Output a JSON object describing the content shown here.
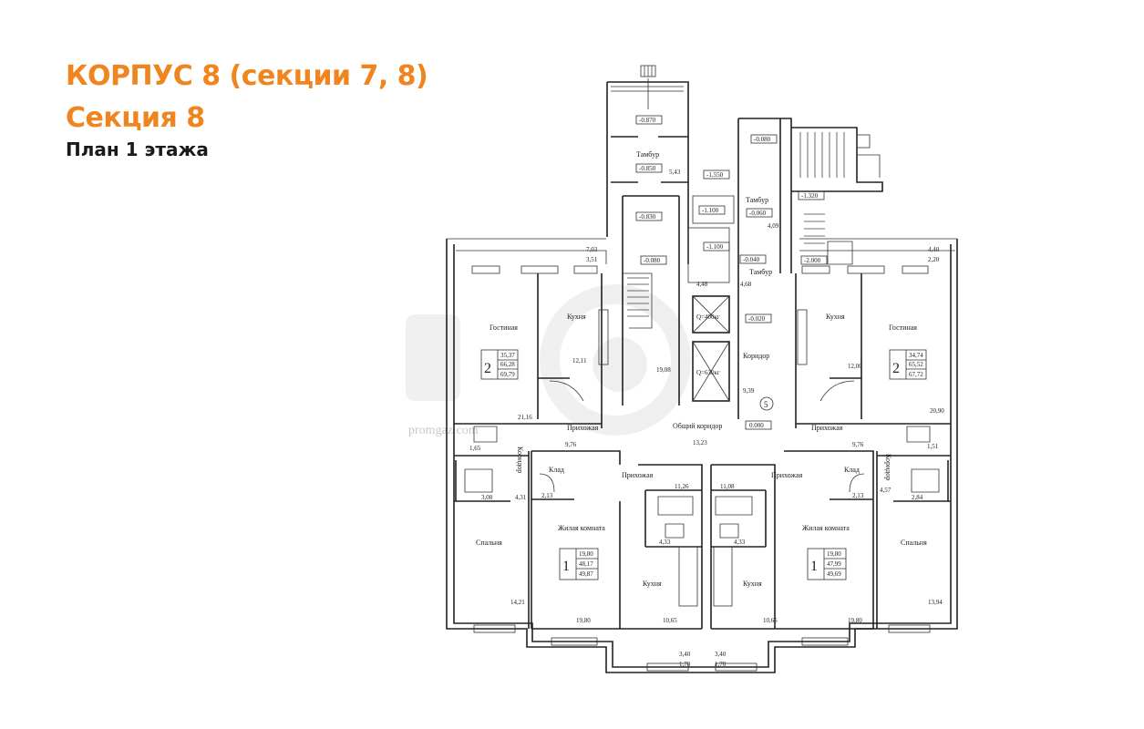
{
  "header": {
    "title_line1": "КОРПУС 8 (секции 7, 8)",
    "title_line2": "Секция 8",
    "subtitle": "План 1 этажа"
  },
  "colors": {
    "accent": "#f0851f",
    "text": "#1a1a1a",
    "lines": "#222222"
  },
  "watermark": "promgaz.com",
  "rooms": {
    "kitchen_left": "Кухня",
    "living_left": "Гостиная",
    "hall_left": "Прихожая",
    "corridor_left": "Коридор",
    "bedroom_left": "Спальня",
    "storage_left": "Клад",
    "hall_bl": "Прихожая",
    "living_bl": "Жилая комната",
    "kitchen_bl": "Кухня",
    "vestibule_top": "Тамбур",
    "vestibule_mid": "Тамбур",
    "vestibule_low": "Тамбур",
    "common_corridor": "Общий коридор",
    "corridor_mid": "Коридор",
    "kitchen_right": "Кухня",
    "living_right": "Гостиная",
    "hall_right": "Прихожая",
    "corridor_right": "Коридор",
    "bedroom_right": "Спальня",
    "storage_right": "Клад",
    "hall_br": "Прихожая",
    "living_br": "Жилая комната",
    "kitchen_br": "Кухня"
  },
  "apartments": {
    "tl": {
      "rooms": "2",
      "a": "35,37",
      "b": "66,28",
      "c": "69,79"
    },
    "tr": {
      "rooms": "2",
      "a": "34,74",
      "b": "65,52",
      "c": "67,72"
    },
    "bl": {
      "rooms": "1",
      "a": "19,80",
      "b": "48,17",
      "c": "49,87"
    },
    "br": {
      "rooms": "1",
      "a": "19,80",
      "b": "47,99",
      "c": "49,69"
    }
  },
  "areas": {
    "a_703": "7,03",
    "a_351": "3,51",
    "a_543": "5,43",
    "a_1211": "12,11",
    "a_1908": "19,08",
    "a_2116": "21,16",
    "a_165": "1,65",
    "a_976l": "9,76",
    "a_1323": "13,23",
    "a_308": "3,08",
    "a_431": "4,31",
    "a_213l": "2,13",
    "a_1126": "11,26",
    "a_433l": "4,33",
    "a_1421": "14,21",
    "a_1980l": "19,80",
    "a_1065l": "10,65",
    "a_340l": "3,40",
    "a_170l": "1,70",
    "a_440": "4,40",
    "a_220": "2,20",
    "a_409": "4,09",
    "a_468": "4,68",
    "a_48": "4,48",
    "a_939": "9,39",
    "a_1200": "12,00",
    "a_2090": "20,90",
    "a_151": "1,51",
    "a_976r": "9,76",
    "a_457": "4,57",
    "a_284": "2,84",
    "a_213r": "2,13",
    "a_1108": "11,08",
    "a_433r": "4,33",
    "a_1394": "13,94",
    "a_1980r": "19,80",
    "a_1065r": "10,65",
    "a_340r": "3,40",
    "a_170r": "1,70"
  },
  "levels": {
    "l1": "-0.870",
    "l2": "-0.850",
    "l3": "-0.830",
    "l4": "-0.080",
    "l5": "-0.080",
    "l6": "-1.550",
    "l7": "-1.320",
    "l8": "-1.100",
    "l9": "-1.100",
    "l10": "-0.060",
    "l11": "-0.040",
    "l12": "-2.000",
    "l13": "-0.020",
    "l14": "0.000"
  },
  "elevators": {
    "e1": "Q=400кг",
    "e2": "Q=630кг"
  },
  "axis_marker": "5"
}
